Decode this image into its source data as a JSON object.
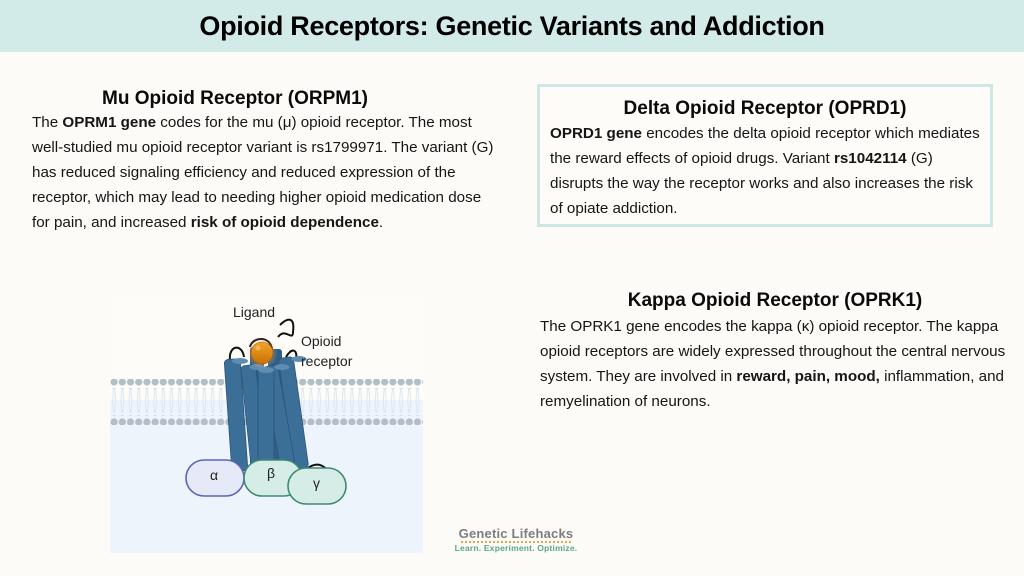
{
  "header": {
    "title": "Opioid Receptors: Genetic Variants and Addiction",
    "background_color": "#d3ebe8"
  },
  "mu": {
    "title": "Mu Opioid Receptor (ORPM1)",
    "segments": [
      {
        "text": "The ",
        "bold": false
      },
      {
        "text": "OPRM1 gene",
        "bold": true
      },
      {
        "text": " codes for the mu (μ) opioid receptor. The most well-studied mu opioid receptor variant is rs1799971. The variant (G) has reduced signaling efficiency and reduced expression of the receptor, which may lead to needing higher opioid medication dose for pain, and increased ",
        "bold": false
      },
      {
        "text": "risk of opioid dependence",
        "bold": true
      },
      {
        "text": ".",
        "bold": false
      }
    ]
  },
  "delta": {
    "title": "Delta Opioid Receptor (OPRD1)",
    "border_color": "#cde7e4",
    "segments": [
      {
        "text": "OPRD1 gene",
        "bold": true
      },
      {
        "text": " encodes the delta opioid receptor which mediates the reward effects of opioid drugs. Variant ",
        "bold": false
      },
      {
        "text": "rs1042114",
        "bold": true
      },
      {
        "text": " (G) disrupts the way the receptor works and also increases the risk of opiate addiction.",
        "bold": false
      }
    ]
  },
  "kappa": {
    "title": "Kappa Opioid Receptor (OPRK1)",
    "segments": [
      {
        "text": "The OPRK1 gene encodes the kappa (κ) opioid receptor. The kappa opioid receptors are widely expressed throughout the central nervous system. They are involved in ",
        "bold": false
      },
      {
        "text": "reward, pain, mood,",
        "bold": true
      },
      {
        "text": " inflammation, and remyelination of neurons.",
        "bold": false
      }
    ]
  },
  "figure": {
    "labels": {
      "ligand": "Ligand",
      "receptor_line1": "Opioid",
      "receptor_line2": "receptor",
      "alpha": "α",
      "beta": "β",
      "gamma": "γ"
    },
    "colors": {
      "receptor": "#3b6f98",
      "ligand": "#e08a0c",
      "membrane_head": "#b3bec8",
      "cytoplasm": "#eef4fb",
      "alpha_fill": "#e5e9f8",
      "alpha_stroke": "#5a66b5",
      "beta_gamma_fill": "#d6ede7",
      "beta_gamma_stroke": "#3f8a72"
    }
  },
  "logo": {
    "name": "Genetic Lifehacks",
    "tagline": "Learn. Experiment. Optimize."
  }
}
